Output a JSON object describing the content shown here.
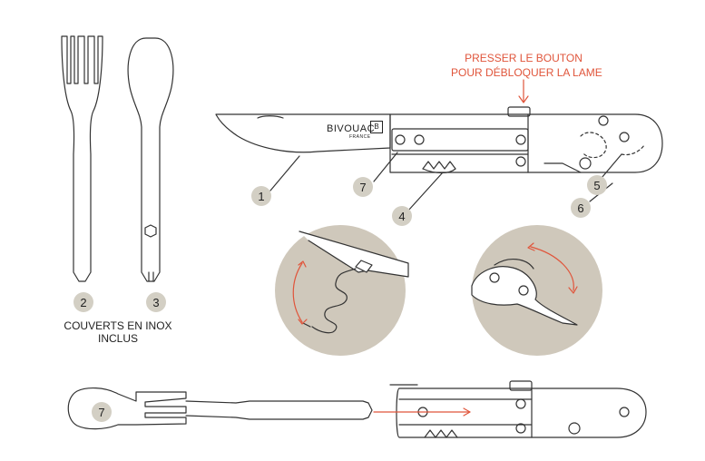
{
  "callout": {
    "line1": "PRESSER LE BOUTON",
    "line2": "POUR DÉBLOQUER LA LAME"
  },
  "cutlery_caption": {
    "line1": "COUVERTS EN INOX",
    "line2": "INCLUS"
  },
  "brand": {
    "name": "BIVOUAC",
    "sub": "FRANCE",
    "mark": "B"
  },
  "markers": {
    "blade": "1",
    "fork": "2",
    "spoon": "3",
    "corkscrew": "4",
    "cap_lifter": "5",
    "can_opener": "6",
    "cutlery_slot": "7",
    "spoon_fork": "7"
  },
  "colors": {
    "line": "#333333",
    "accent": "#e0553b",
    "badge": "#d3cfc4",
    "bubble": "#cfc8bb"
  }
}
